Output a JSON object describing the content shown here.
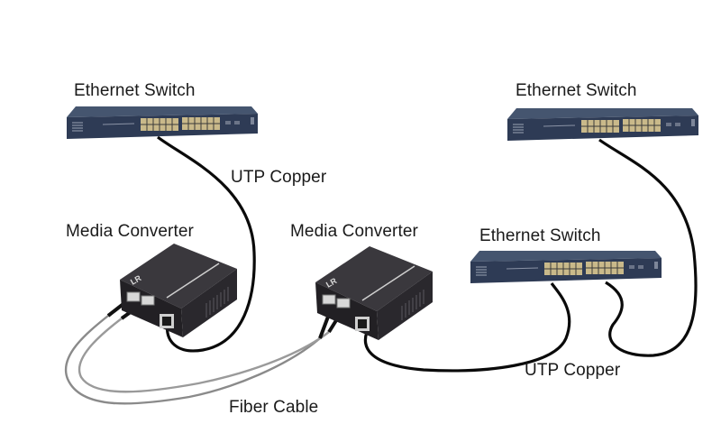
{
  "labels": {
    "switch_top_left": "Ethernet Switch",
    "switch_top_right": "Ethernet Switch",
    "switch_middle_right": "Ethernet Switch",
    "converter_left": "Media Converter",
    "converter_right": "Media Converter",
    "utp_top": "UTP Copper",
    "utp_bottom": "UTP Copper",
    "fiber": "Fiber Cable"
  },
  "colors": {
    "switch_body": "#2e3b55",
    "switch_top": "#3d4c6b",
    "port_gold": "#c9b98a",
    "converter_body": "#2d2b30",
    "converter_top": "#3a383d",
    "utp_cable": "#0a0a0a",
    "fiber_cable": "#8a8a8a",
    "text": "#1a1a1a"
  }
}
